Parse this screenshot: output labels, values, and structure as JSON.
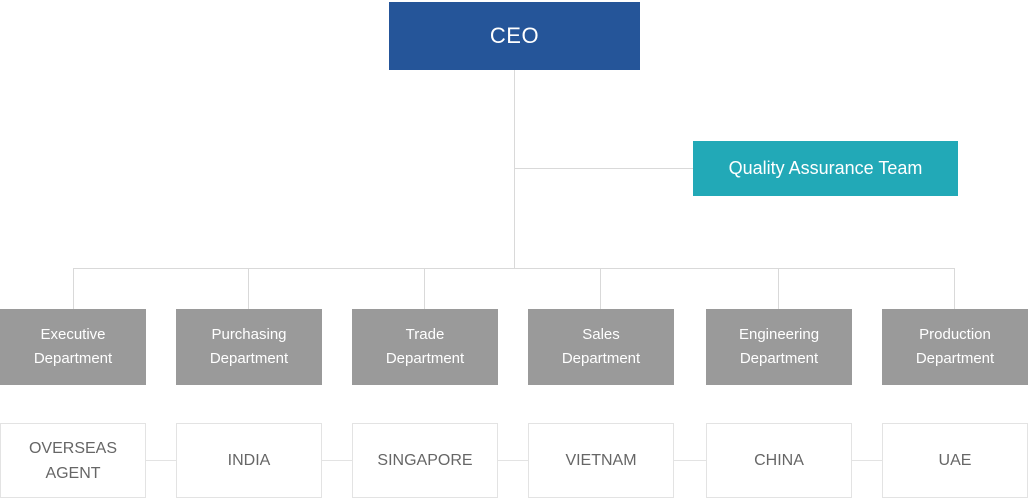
{
  "org_chart": {
    "ceo": {
      "label": "CEO"
    },
    "qa_team": {
      "label": "Quality Assurance Team"
    },
    "departments": [
      {
        "label": "Executive Department"
      },
      {
        "label": "Purchasing Department"
      },
      {
        "label": "Trade Department"
      },
      {
        "label": "Sales Department"
      },
      {
        "label": "Engineering Department"
      },
      {
        "label": "Production Department"
      }
    ],
    "countries": [
      {
        "label": "OVERSEAS AGENT"
      },
      {
        "label": "INDIA"
      },
      {
        "label": "SINGAPORE"
      },
      {
        "label": "VIETNAM"
      },
      {
        "label": "CHINA"
      },
      {
        "label": "UAE"
      }
    ]
  },
  "colors": {
    "ceo_background": "#255599",
    "qa_background": "#22a9b7",
    "department_background": "#9a9a9a",
    "box_text": "#ffffff",
    "country_text": "#666666",
    "country_border": "#e3e3e3",
    "connector_line": "#d9d9d9",
    "page_background": "#ffffff"
  }
}
